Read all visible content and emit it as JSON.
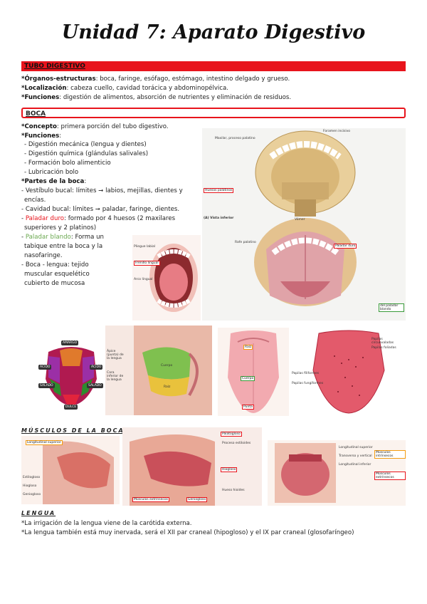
{
  "title": "Unidad 7: Aparato Digestivo",
  "tubo": {
    "header": "TUBO DIGESTIVO",
    "organos_label": "*Órganos-estructuras",
    "organos_text": ": boca, faringe, esófago, estómago, intestino delgado y grueso.",
    "local_label": "*Localización",
    "local_text": ": cabeza cuello, cavidad torácica y abdominopélvica.",
    "func_label": "*Funciones",
    "func_text": ": digestión de alimentos, absorción de nutrientes y eliminación de residuos."
  },
  "boca": {
    "header": "BOCA",
    "concepto_label": "*Concepto",
    "concepto_text": ": primera porción del tubo digestivo.",
    "funciones_label": "*Funciones",
    "funciones_colon": ":",
    "funciones": [
      "- Digestión mecánica (lengua y dientes)",
      "- Digestión química (glándulas salivales)",
      "- Formación bolo alimenticio",
      "- Lubricación bolo"
    ],
    "partes_label": "*Partes de la boca",
    "partes_colon": ":",
    "vestibulo_1": " - Vestíbulo bucal: límites ➞ labios, mejillas, dientes y",
    "vestibulo_2": "encías.",
    "cavidad": " - Cavidad bucal: límites ➞ paladar, faringe, dientes.",
    "paladar_duro_pre": " - ",
    "paladar_duro_red": "Paladar duro",
    "paladar_duro_rest": ": formado por 4 huesos (2 maxilares",
    "paladar_duro_2": "superiores y 2 platinos)",
    "paladar_blando_pre": " - ",
    "paladar_blando_green": "Paladar blando",
    "paladar_blando_rest": ": Forma un",
    "paladar_blando_2": "tabique entre la boca y la",
    "paladar_blando_3": "nasofaringe.",
    "lengua_1": " - Boca - lengua: tejido",
    "lengua_2": "muscular esquelético",
    "lengua_3": "cubierto de mucosa"
  },
  "palate_labels": {
    "maxilar": "Maxilar, proceso palatino",
    "foramen": "Foramen incisivo",
    "huesos_palatinos": "Huesos palatinos",
    "vista": "(A) Vista inferior",
    "paladar_duro": "Paladar duro",
    "paladar_blando": "del paladar blando",
    "vomer": "Vómer",
    "rafe": "Rafe palatino"
  },
  "mouth_labels": {
    "pliegue": "Pliegue labial",
    "frenillo": "Frenillo lingual",
    "arco": "Arco lingual"
  },
  "taste": {
    "amargo": "AMARGO",
    "acido_l": "ÁCIDO",
    "acido_r": "ÁCIDO",
    "salado_l": "SALADO",
    "salado_r": "SALADO",
    "dulce": "DULCE"
  },
  "tongue_side_labels": {
    "apice": "Ápice (punta) de la lengua",
    "cara": "Cara inferior de la lengua",
    "cuerpo": "Cuerpo",
    "raiz": "Raíz"
  },
  "tongue_front_labels": {
    "raiz": "Raíz",
    "cuerpo": "Cuerpo",
    "punta": "Punta"
  },
  "papilas_labels": [
    "Papilas circunvaladas",
    "Papilas foliadas",
    "Papilas filiformes",
    "Papilas fungiformes"
  ],
  "musculos": {
    "header": "MÚSCULOS DE LA BOCA",
    "intrinseco": "Longitudinal superior",
    "extrinseco": "Músculos extrínsecos",
    "palatogloso": "Palatogloso",
    "estilogloso": "Estilogloso",
    "hiogloso": "Hiogloso",
    "geniogloso": "Geniogloso",
    "intrinsecos": "Músculos intrínsecos",
    "extrinsecos_r": "Músculos extrínsecos",
    "long_sup": "Longitudinal superior",
    "transverso": "Transverso y vertical",
    "long_inf": "Longitudinal inferior",
    "hueso_hioides": "Hueso hioides",
    "proceso": "Proceso estiloides"
  },
  "lengua_sec": {
    "header": "LENGUA",
    "line1": "*La irrigación de la lengua viene de la carótida externa.",
    "line2": "*La lengua también está muy inervada, será el XII par craneal (hipogloso) y el IX par craneal (glosofaríngeo)"
  }
}
